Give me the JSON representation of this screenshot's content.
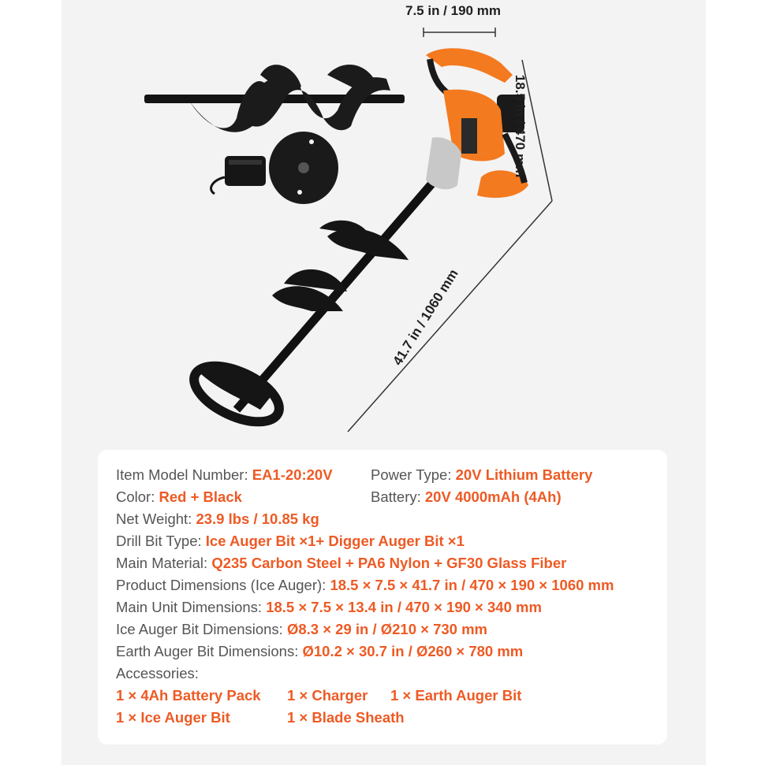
{
  "dimensions": {
    "width": "7.5 in / 190 mm",
    "height": "18.5 in / 470 mm",
    "length": "41.7 in / 1060 mm"
  },
  "colors": {
    "accent": "#ee5a24",
    "label": "#555555",
    "product_orange": "#f47a1f",
    "product_black": "#151515"
  },
  "specs": {
    "model": {
      "label": "Item Model Number: ",
      "value": "EA1-20:20V"
    },
    "power": {
      "label": "Power Type: ",
      "value": "20V Lithium Battery"
    },
    "color": {
      "label": "Color: ",
      "value": "Red + Black"
    },
    "battery": {
      "label": "Battery: ",
      "value": "20V 4000mAh (4Ah)"
    },
    "weight": {
      "label": "Net Weight: ",
      "value": "23.9 lbs / 10.85 kg"
    },
    "bit_type": {
      "label": "Drill Bit Type: ",
      "value": "Ice Auger Bit ×1+ Digger Auger Bit ×1"
    },
    "material": {
      "label": "Main Material: ",
      "value": "Q235 Carbon Steel + PA6 Nylon + GF30 Glass Fiber"
    },
    "product_dim": {
      "label": "Product Dimensions (Ice Auger): ",
      "value": "18.5 × 7.5 × 41.7 in / 470 × 190 × 1060 mm"
    },
    "unit_dim": {
      "label": "Main Unit Dimensions: ",
      "value": "18.5 × 7.5 × 13.4 in / 470 × 190 × 340 mm"
    },
    "ice_bit_dim": {
      "label": "Ice Auger Bit Dimensions: ",
      "value": "Ø8.3 × 29 in / Ø210 × 730 mm"
    },
    "earth_bit_dim": {
      "label": "Earth Auger Bit Dimensions: ",
      "value": "Ø10.2 × 30.7 in / Ø260 × 780 mm"
    },
    "accessories_label": "Accessories:",
    "accessories": [
      "1 × 4Ah Battery Pack",
      "1 × Charger",
      "1 × Earth Auger Bit",
      "1 × Ice Auger Bit",
      "1 × Blade Sheath"
    ]
  }
}
